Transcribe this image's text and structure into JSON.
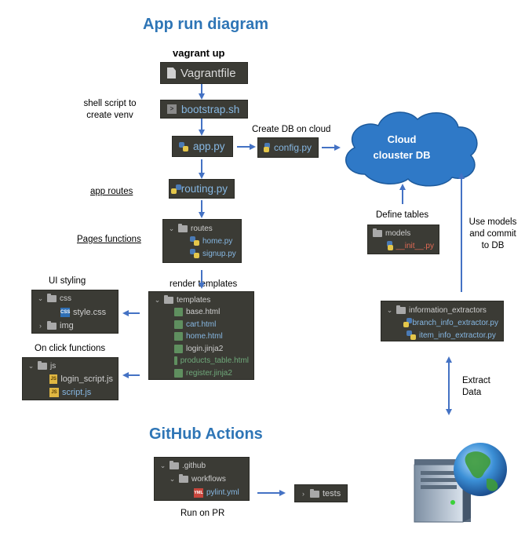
{
  "title": "App run diagram",
  "github_title": "GitHub Actions",
  "labels": {
    "vagrant_up": "vagrant up",
    "shell_script_line1": "shell script to",
    "shell_script_line2": "create venv",
    "create_db": "Create DB on cloud",
    "app_routes": "app routes",
    "pages_functions": "Pages functions",
    "render_templates": "render  templates",
    "ui_styling": "UI styling",
    "on_click_functions": "On click functions",
    "define_tables": "Define tables",
    "use_models_line1": "Use models",
    "use_models_line2": "and commit",
    "use_models_line3": "to DB",
    "extract_line1": "Extract",
    "extract_line2": "Data",
    "run_on_pr": "Run on PR"
  },
  "cloud": {
    "line1": "Cloud",
    "line2": "clouster DB",
    "color": "#2f79c7"
  },
  "files": {
    "vagrantfile": "Vagrantfile",
    "bootstrap": "bootstrap.sh",
    "app": "app.py",
    "config": "config.py",
    "routing": "routing.py"
  },
  "routes_tree": {
    "folder": "routes",
    "items": [
      "home.py",
      "signup.py"
    ]
  },
  "templates_tree": {
    "folder": "templates",
    "items": [
      "base.html",
      "cart.html",
      "home.html",
      "login.jinja2",
      "products_table.html",
      "register.jinja2"
    ]
  },
  "css_tree": {
    "folder": "css",
    "file": "style.css",
    "subfolder": "img"
  },
  "js_tree": {
    "folder": "js",
    "items": [
      "login_script.js",
      "script.js"
    ]
  },
  "models_tree": {
    "folder": "models",
    "file": "__init__.py"
  },
  "extractors_tree": {
    "folder": "information_extractors",
    "items": [
      "branch_info_extractor.py",
      "item_info_extractor.py"
    ]
  },
  "github_tree": {
    "folder": ".github",
    "subfolder": "workflows",
    "file": "pylint.yml"
  },
  "tests_tree": {
    "folder": "tests"
  },
  "icons": {
    "css": "CSS",
    "js": "JS",
    "yml": "YML"
  },
  "colors": {
    "accent": "#2e75b6",
    "arrow": "#4472c4",
    "panel": "#3b3b35"
  }
}
